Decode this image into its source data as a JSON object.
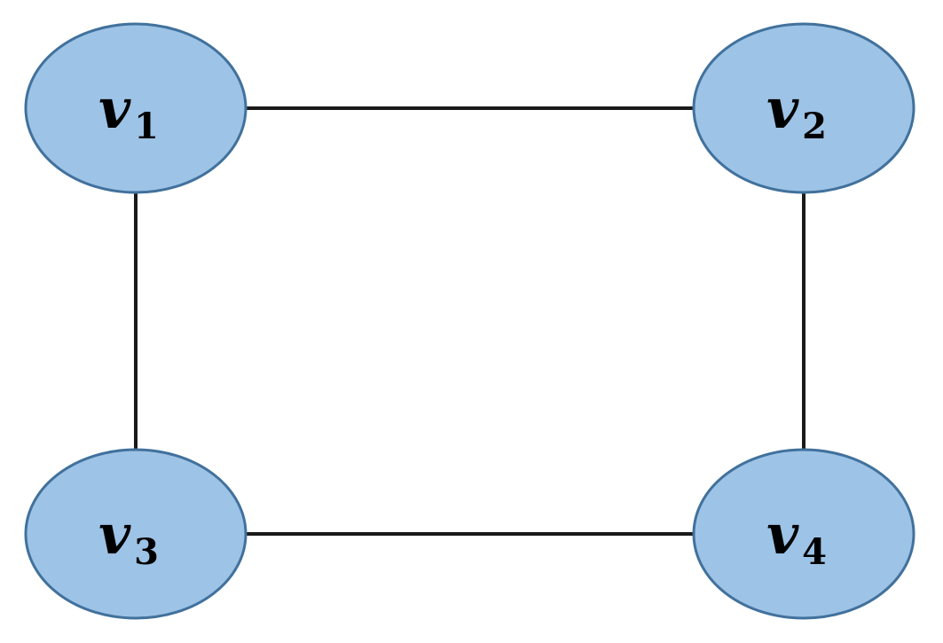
{
  "graph": {
    "node_fill": "#9dc3e6",
    "node_stroke": "#41719c",
    "edge_color": "#1a1a1a",
    "nodes": [
      {
        "id": "v1",
        "symbol": "v",
        "subscript": "1"
      },
      {
        "id": "v2",
        "symbol": "v",
        "subscript": "2"
      },
      {
        "id": "v3",
        "symbol": "v",
        "subscript": "3"
      },
      {
        "id": "v4",
        "symbol": "v",
        "subscript": "4"
      }
    ],
    "edges": [
      {
        "from": "v1",
        "to": "v2"
      },
      {
        "from": "v1",
        "to": "v3"
      },
      {
        "from": "v2",
        "to": "v4"
      },
      {
        "from": "v3",
        "to": "v4"
      }
    ]
  }
}
